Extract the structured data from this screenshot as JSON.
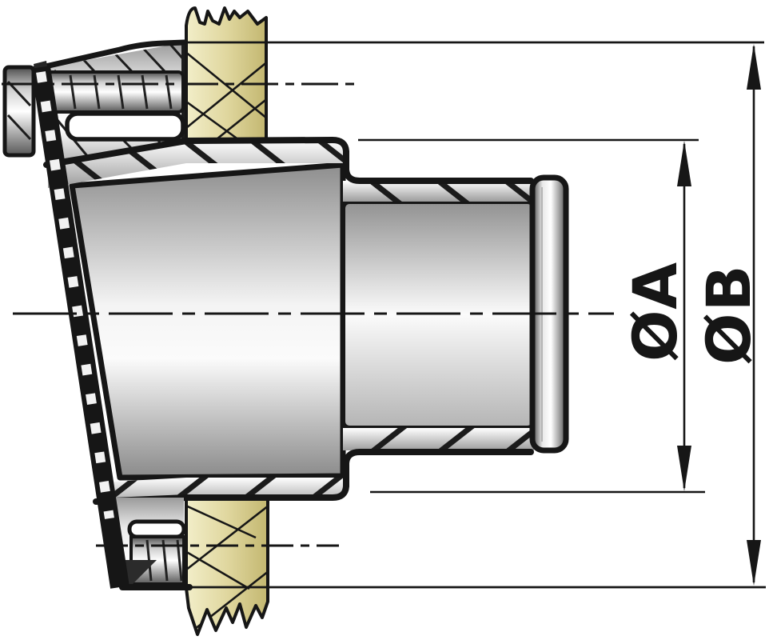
{
  "drawing": {
    "description": "Cross-section technical illustration of a transom/through-hull exhaust hose connection mounted through a wooden panel",
    "dimension_labels": {
      "inner": "ØA",
      "outer": "ØB"
    },
    "colors": {
      "background": "#ffffff",
      "line": "#161616",
      "wood_light": "#f2eec9",
      "wood_mid": "#e0d79f",
      "wood_dark": "#c3b770",
      "metal_highlight": "#ffffff",
      "metal_shadow": "#5f5f5f",
      "thread_stripe": "#1b1b1b"
    }
  }
}
